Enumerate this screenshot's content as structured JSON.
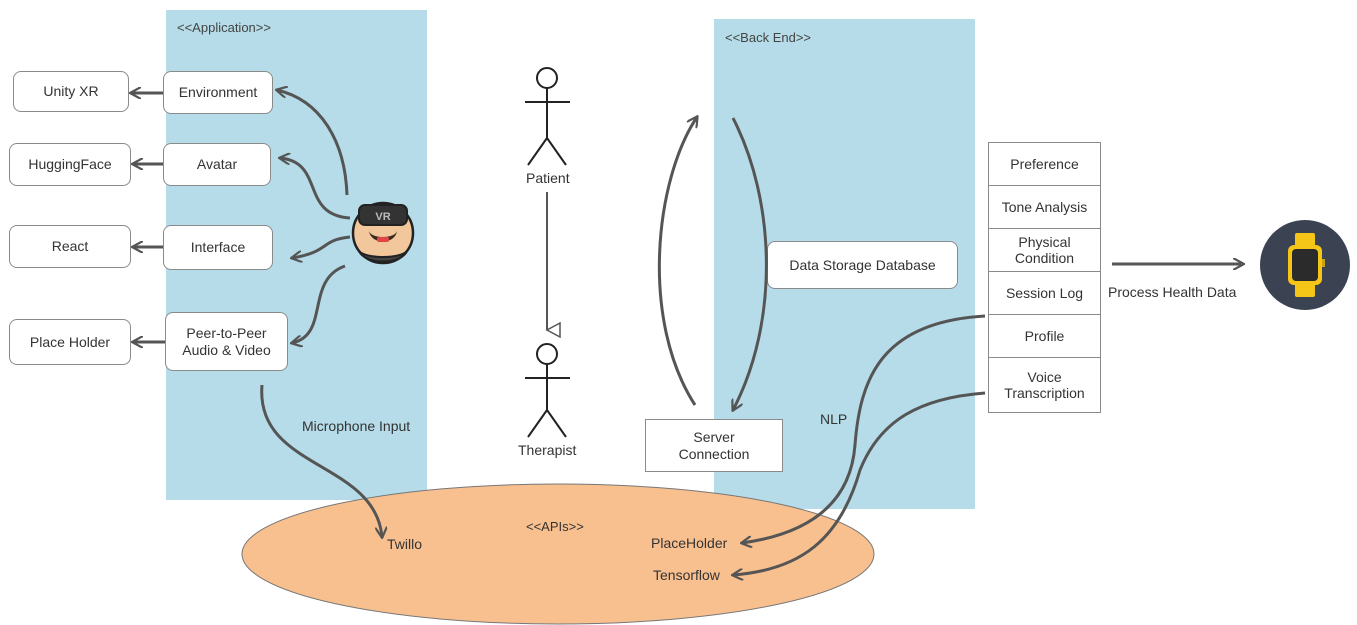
{
  "application": {
    "stereotype": "<<Application>>",
    "components": [
      "Environment",
      "Avatar",
      "Interface",
      "Peer-to-Peer\nAudio & Video"
    ]
  },
  "external_libs": [
    "Unity XR",
    "HuggingFace",
    "React",
    "Place Holder"
  ],
  "actors": {
    "patient": "Patient",
    "therapist": "Therapist"
  },
  "backend": {
    "stereotype": "<<Back End>>",
    "database": "Data Storage Database",
    "server": "Server\nConnection",
    "nlp": "NLP"
  },
  "data_table": [
    "Preference",
    "Tone Analysis",
    "Physical\nCondition",
    "Session Log",
    "Profile",
    "Voice\nTranscription"
  ],
  "process_label": "Process Health Data",
  "microphone_label": "Microphone Input",
  "apis": {
    "stereotype": "<<APIs>>",
    "twilio": "Twillo",
    "placeholder": "PlaceHolder",
    "tensorflow": "Tensorflow"
  },
  "vr_badge": "VR",
  "colors": {
    "panel": "#b5dce8",
    "apis": "#f9c08f",
    "arrow": "#555555",
    "watch_bg": "#3b4252",
    "watch_band": "#f5c518"
  }
}
